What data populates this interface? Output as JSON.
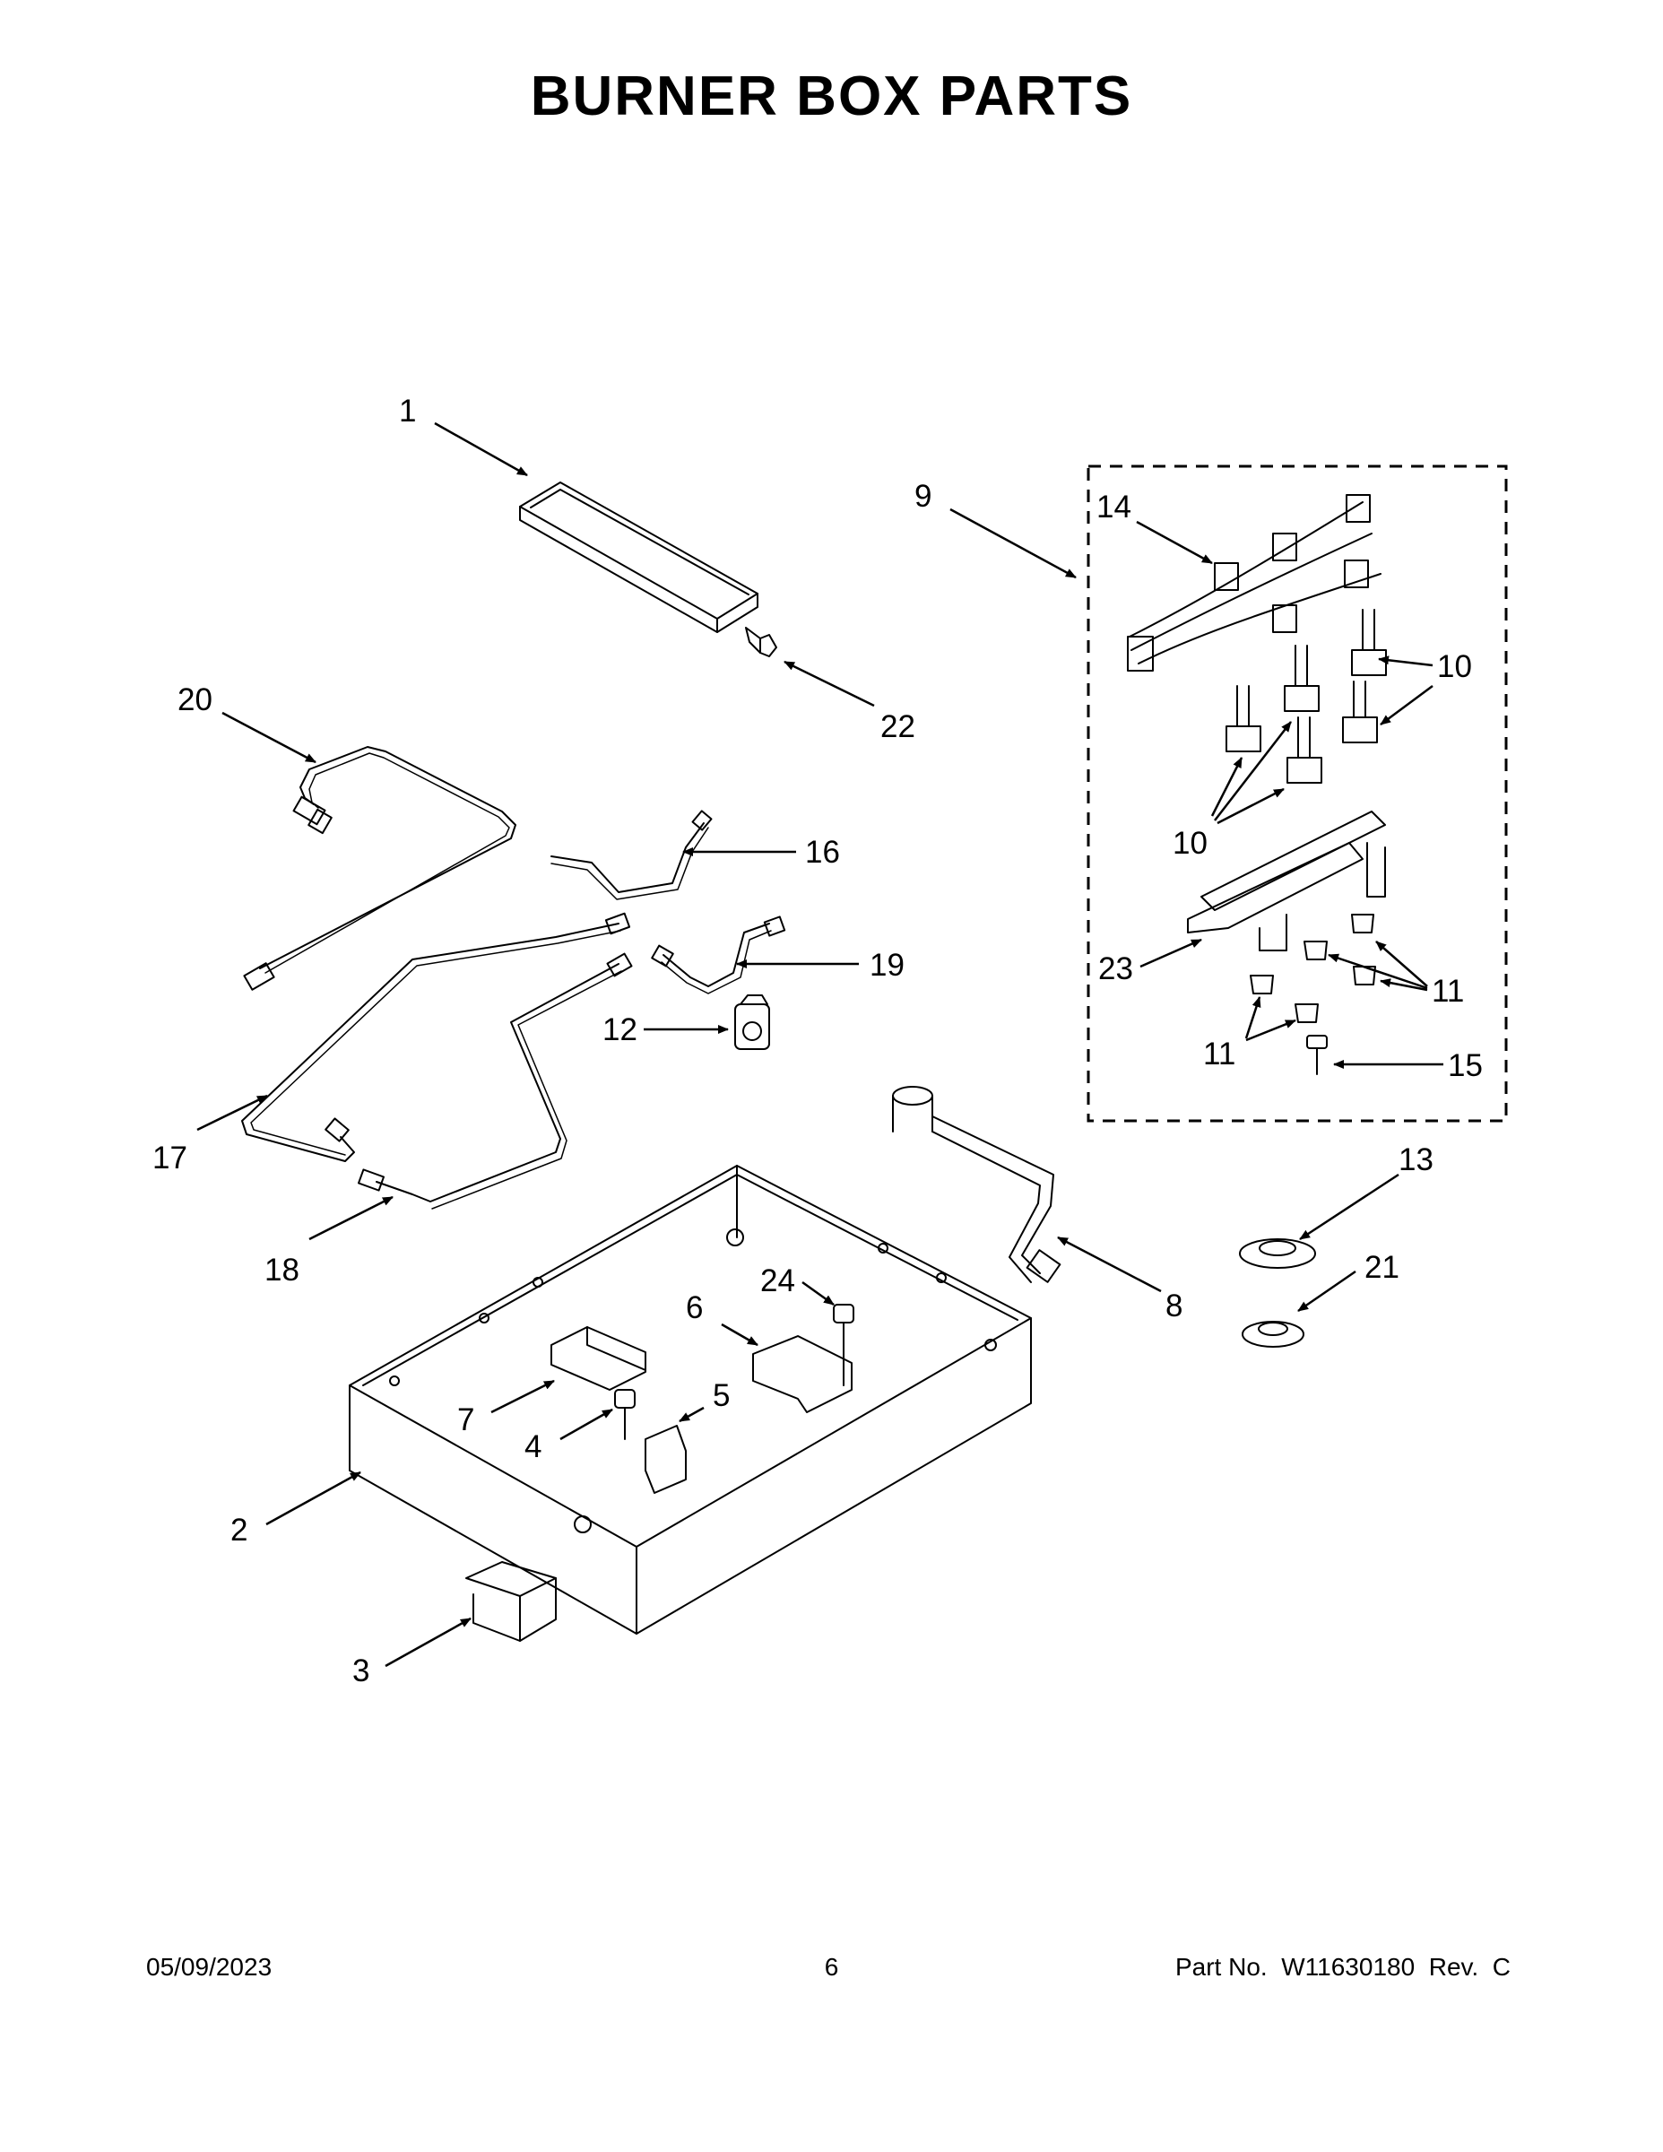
{
  "title": "BURNER BOX PARTS",
  "callouts": {
    "c1": "1",
    "c2": "2",
    "c3": "3",
    "c4": "4",
    "c5": "5",
    "c6": "6",
    "c7": "7",
    "c8": "8",
    "c9": "9",
    "c10a": "10",
    "c10b": "10",
    "c11a": "11",
    "c11b": "11",
    "c12": "12",
    "c13": "13",
    "c14": "14",
    "c15": "15",
    "c16": "16",
    "c17": "17",
    "c18": "18",
    "c19": "19",
    "c20": "20",
    "c21": "21",
    "c22": "22",
    "c23": "23",
    "c24": "24"
  },
  "footer": {
    "date": "05/09/2023",
    "page": "6",
    "part": "Part No.  W11630180  Rev.  C"
  }
}
